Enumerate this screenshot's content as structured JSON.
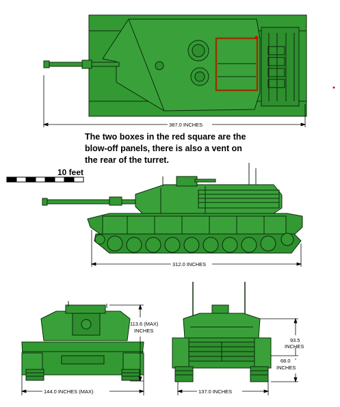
{
  "caption": {
    "line1": "The two boxes in the red square are the",
    "line2": "blow-off panels, there is also a vent on",
    "line3": "the rear of the turret."
  },
  "scale": {
    "label": "10 feet"
  },
  "dimensions": {
    "top_length": "387.0 INCHES",
    "side_length": "312.0 INCHES",
    "front_height_1": "113.6 (MAX)",
    "front_height_2": "INCHES",
    "front_width": "144.0 INCHES (MAX)",
    "rear_height1_a": "93.5",
    "rear_height1_b": "INCHES",
    "rear_height2_a": "68.0",
    "rear_height2_b": "INCHES",
    "rear_width": "137.0 INCHES"
  },
  "colors": {
    "tank_green": "#339933",
    "outline": "#0b2a0b",
    "highlight_box": "#993300",
    "marker_red": "#e00000"
  }
}
